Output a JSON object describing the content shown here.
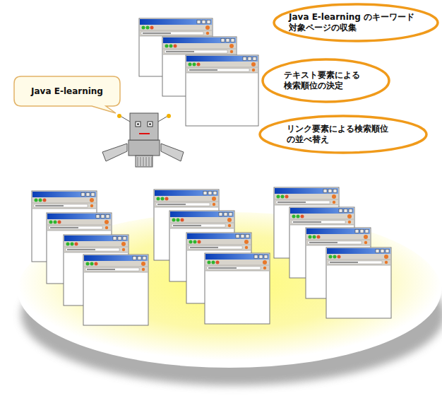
{
  "diagram": {
    "nodes": [
      {
        "text": [
          "Java E-learning のキーワード 対象ページの収集"
        ]
      },
      {
        "text": [
          "テキスト要素による 検索順位の決定"
        ]
      },
      {
        "text": [
          "Java E-learning"
        ]
      },
      {
        "text": [
          "リンク要素による検索順位 の並べ替え"
        ]
      }
    ]
  }
}
